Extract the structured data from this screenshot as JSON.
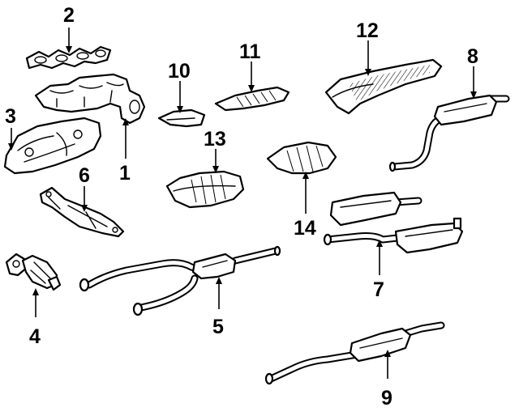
{
  "diagram": {
    "background_color": "#ffffff",
    "line_color": "#000000",
    "callouts": {
      "c1": "1",
      "c2": "2",
      "c3": "3",
      "c4": "4",
      "c5": "5",
      "c6": "6",
      "c7": "7",
      "c8": "8",
      "c9": "9",
      "c10": "10",
      "c11": "11",
      "c12": "12",
      "c13": "13",
      "c14": "14"
    }
  }
}
